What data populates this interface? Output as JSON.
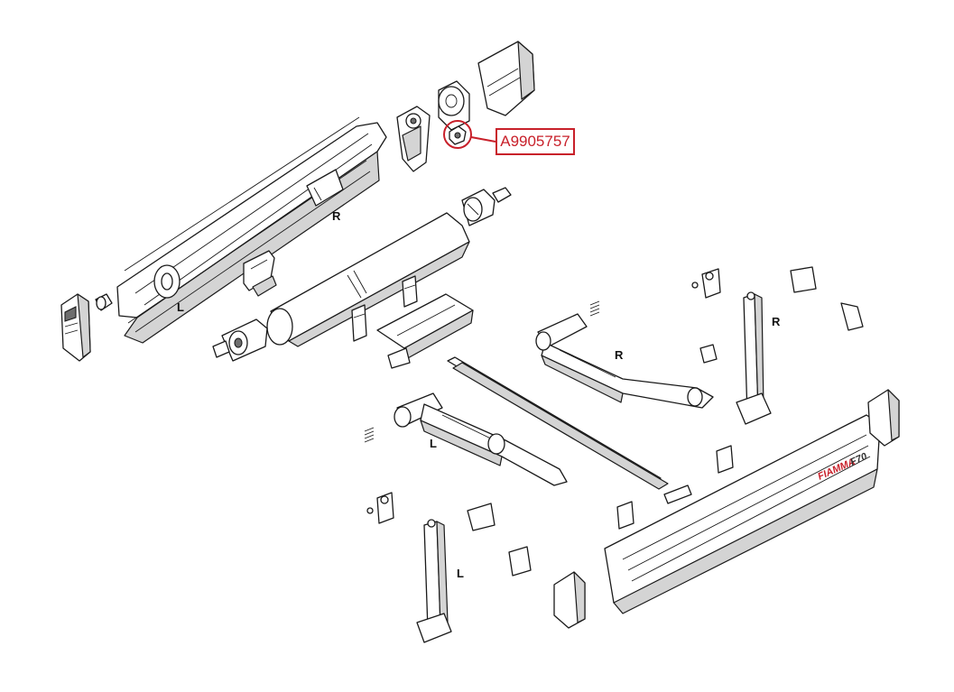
{
  "callout": {
    "part_number": "A9905757",
    "color": "#c8202a"
  },
  "side_labels": {
    "roller_right": "R",
    "roller_left": "L",
    "arm_right": "R",
    "arm_left": "L",
    "leg_right": "R",
    "leg_left": "L"
  },
  "brand": {
    "logo_text": "FIAMMA",
    "model_text": "F70"
  }
}
